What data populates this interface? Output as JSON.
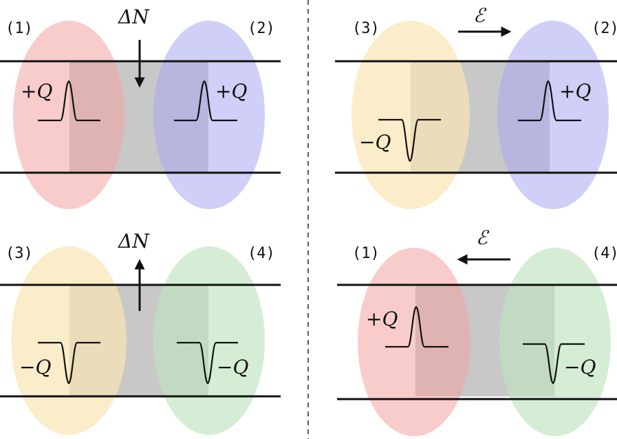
{
  "colors": {
    "red": "#f4a3a3",
    "blue": "#a8a8f2",
    "yellow": "#fbe6b4",
    "green": "#bfe3bf",
    "band": "#c8c8c8"
  },
  "panels": [
    {
      "id": "top-left",
      "left_label": "(1)",
      "right_label": "(2)",
      "arrow_label": "ΔN",
      "arrow": "down",
      "left_charge": "+Q",
      "right_charge": "+Q",
      "left_color": "red",
      "right_color": "blue"
    },
    {
      "id": "top-right",
      "left_label": "(3)",
      "right_label": "(2)",
      "arrow_label": "ℰ",
      "arrow": "right",
      "left_charge": "−Q",
      "right_charge": "+Q",
      "left_color": "yellow",
      "right_color": "blue"
    },
    {
      "id": "bottom-left",
      "left_label": "(3)",
      "right_label": "(4)",
      "arrow_label": "ΔN",
      "arrow": "up",
      "left_charge": "−Q",
      "right_charge": "−Q",
      "left_color": "yellow",
      "right_color": "green"
    },
    {
      "id": "bottom-right",
      "left_label": "(1)",
      "right_label": "(4)",
      "arrow_label": "ℰ",
      "arrow": "left",
      "left_charge": "+Q",
      "right_charge": "−Q",
      "left_color": "red",
      "right_color": "green"
    }
  ]
}
